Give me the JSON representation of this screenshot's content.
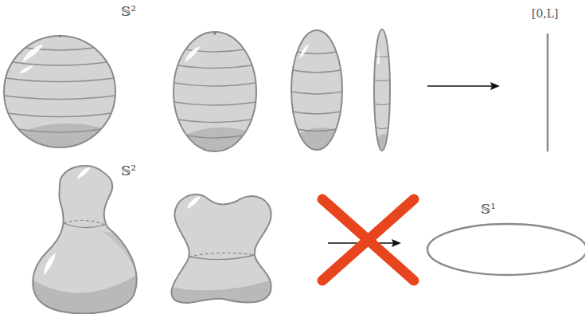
{
  "diagram": {
    "labels": [
      "𝕊²",
      "[0,L]",
      "𝕊²",
      "𝕊¹"
    ]
  }
}
